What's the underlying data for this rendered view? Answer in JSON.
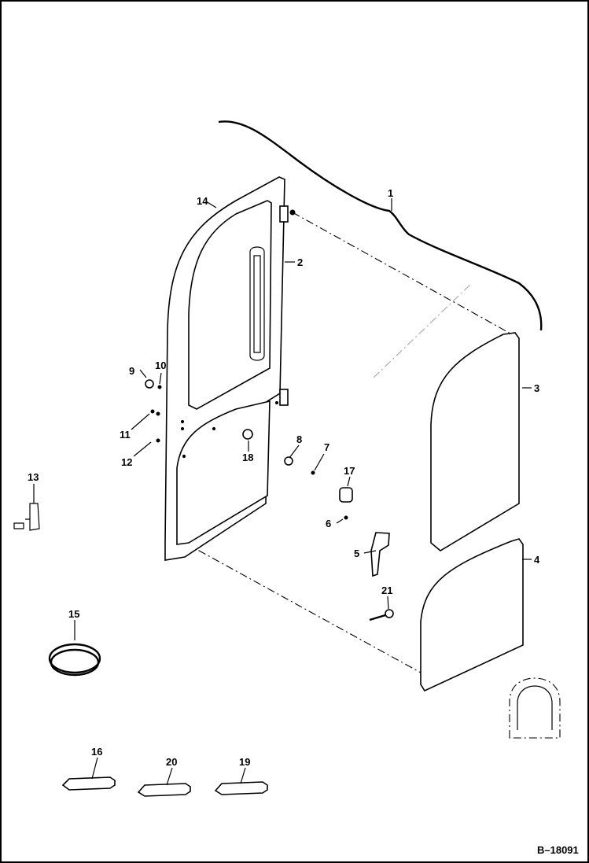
{
  "figure_id": "B–18091",
  "callouts": {
    "c1": "1",
    "c2": "2",
    "c3": "3",
    "c4": "4",
    "c5": "5",
    "c6": "6",
    "c7": "7",
    "c8": "8",
    "c9": "9",
    "c10": "10",
    "c11": "11",
    "c12": "12",
    "c13": "13",
    "c14": "14",
    "c15": "15",
    "c16": "16",
    "c17": "17",
    "c18": "18",
    "c19": "19",
    "c20": "20",
    "c21": "21"
  }
}
